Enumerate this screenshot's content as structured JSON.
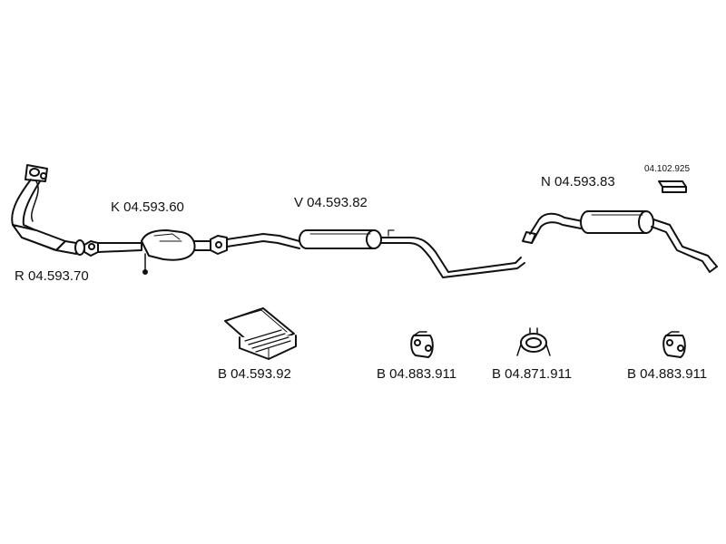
{
  "parts": {
    "manifold": {
      "code": "R 04.593.70"
    },
    "catalyst": {
      "code": "K 04.593.60"
    },
    "middle_silencer": {
      "code": "V 04.593.82"
    },
    "rear_silencer": {
      "code": "N 04.593.83"
    },
    "accessory": {
      "code": "04.102.925"
    }
  },
  "mounts": {
    "kit": {
      "code": "B 04.593.92"
    },
    "rubber_mount_1": {
      "code": "B 04.883.911"
    },
    "rubber_mount_2": {
      "code": "B 04.871.911"
    },
    "rubber_mount_3": {
      "code": "B 04.883.911"
    }
  },
  "colors": {
    "line": "#111111",
    "fill": "#ffffff",
    "shade": "#333333"
  }
}
